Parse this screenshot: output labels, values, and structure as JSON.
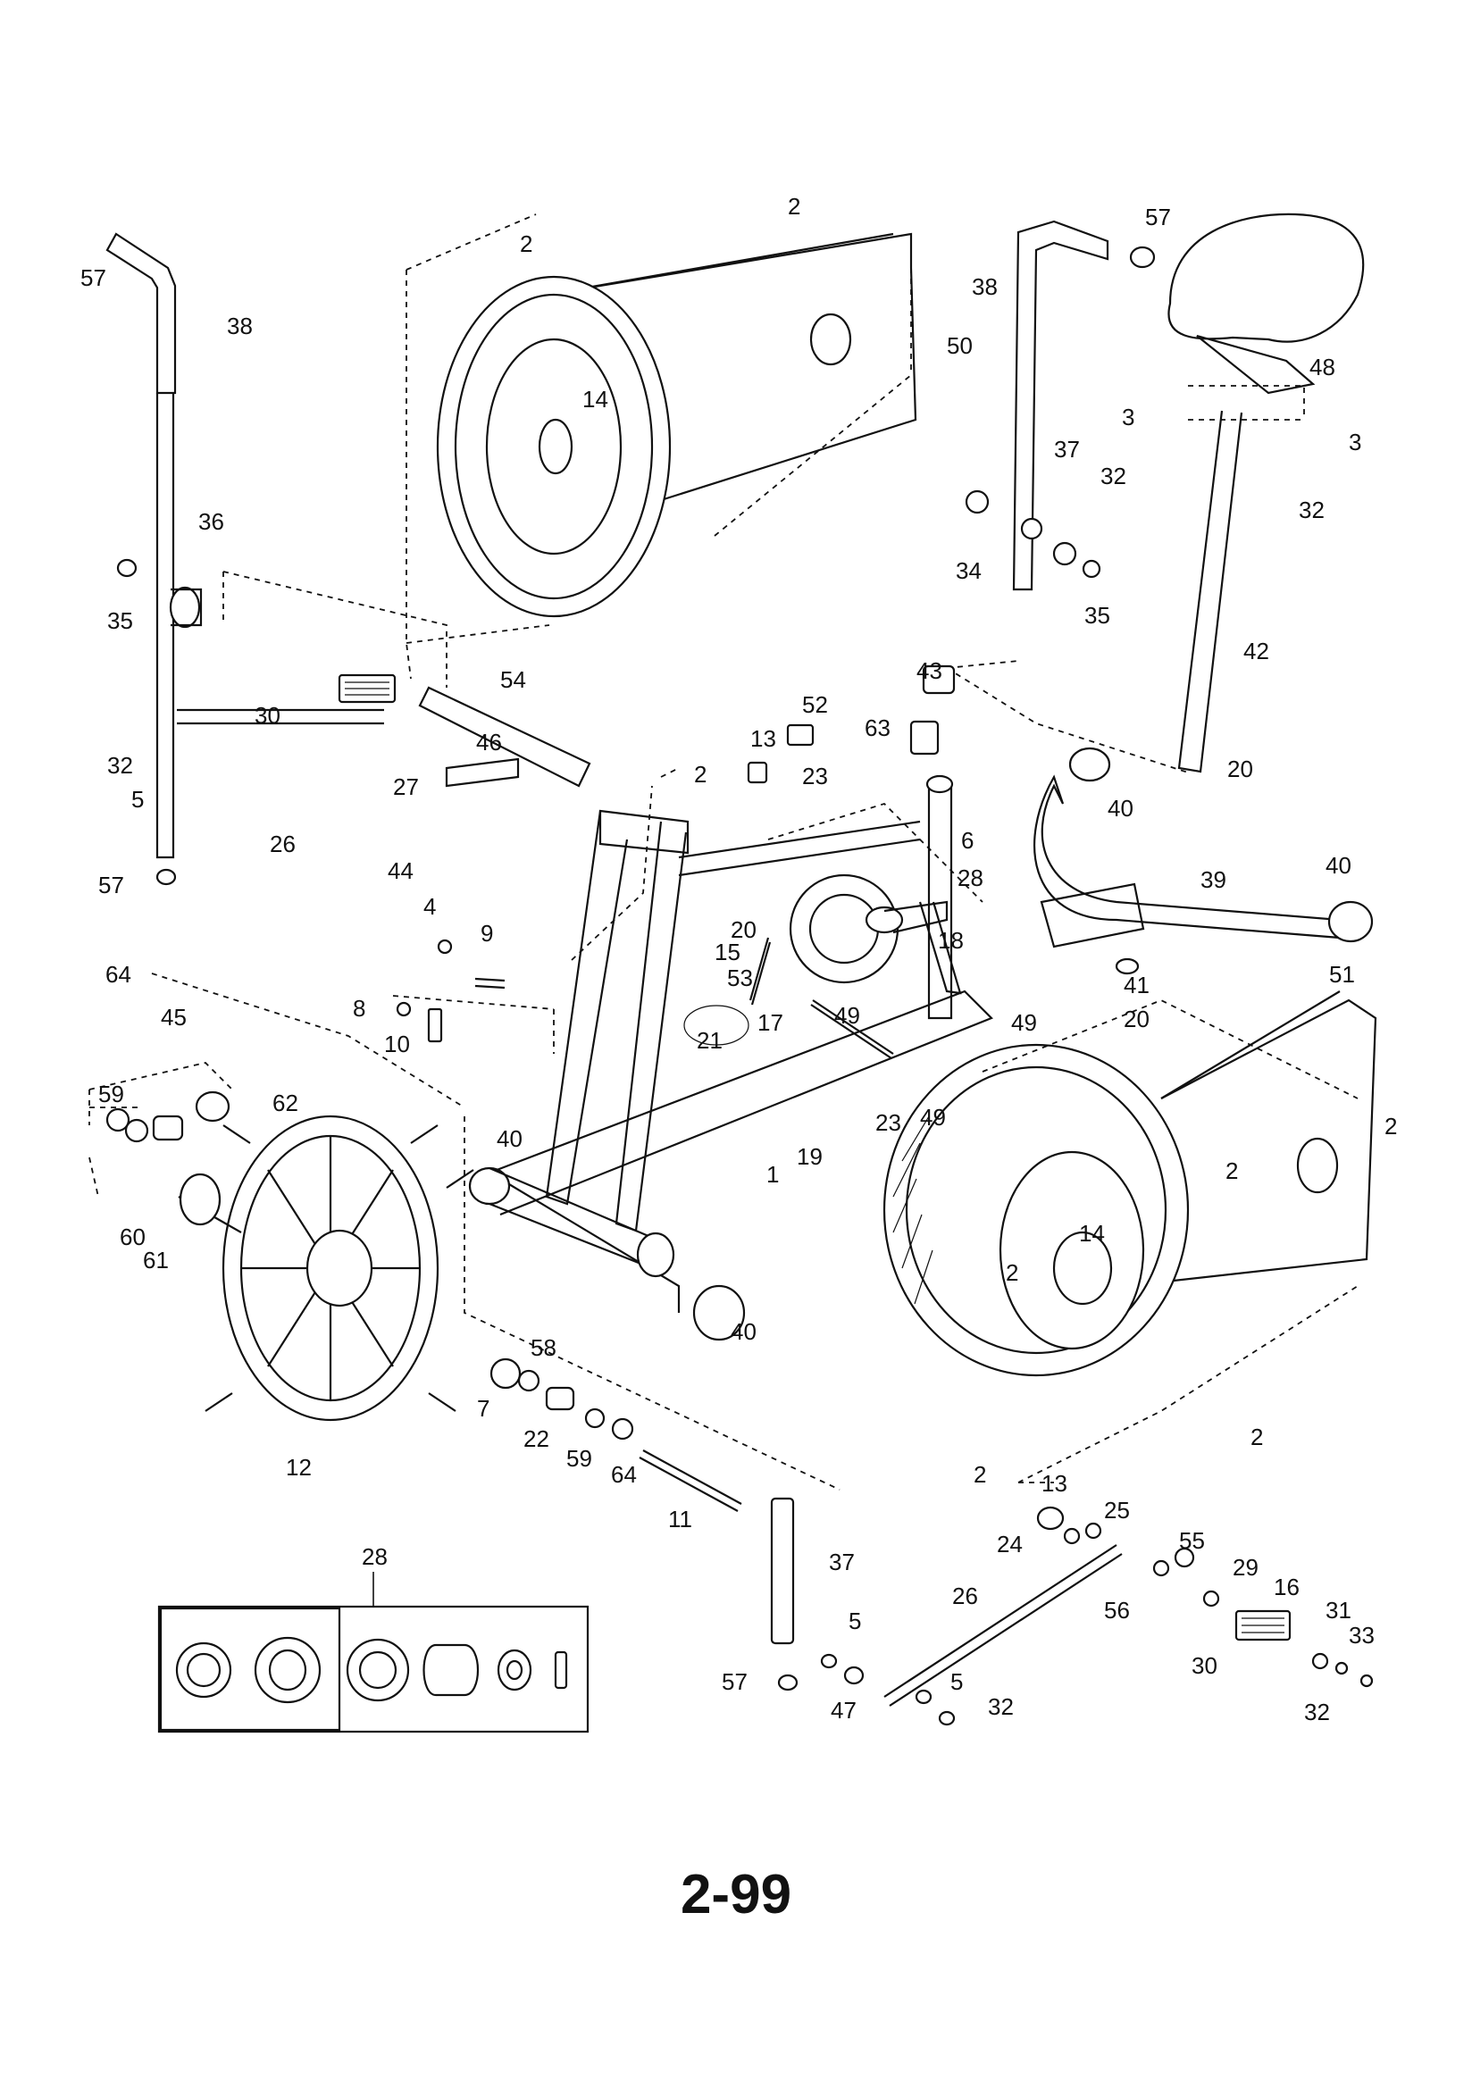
{
  "title": "",
  "page_number": "2-99",
  "callouts": [
    {
      "id": "c1",
      "text": "57"
    },
    {
      "id": "c2",
      "text": "38"
    },
    {
      "id": "c3",
      "text": "36"
    },
    {
      "id": "c4",
      "text": "35"
    },
    {
      "id": "c5",
      "text": "30"
    },
    {
      "id": "c6",
      "text": "32"
    },
    {
      "id": "c7",
      "text": "5"
    },
    {
      "id": "c8",
      "text": "26"
    },
    {
      "id": "c9",
      "text": "57"
    },
    {
      "id": "c10",
      "text": "2"
    },
    {
      "id": "c11",
      "text": "14"
    },
    {
      "id": "c12",
      "text": "2"
    },
    {
      "id": "c13",
      "text": "50"
    },
    {
      "id": "c14",
      "text": "38"
    },
    {
      "id": "c15",
      "text": "57"
    },
    {
      "id": "c16",
      "text": "48"
    },
    {
      "id": "c17",
      "text": "37"
    },
    {
      "id": "c18",
      "text": "3"
    },
    {
      "id": "c19",
      "text": "3"
    },
    {
      "id": "c20",
      "text": "32"
    },
    {
      "id": "c21",
      "text": "32"
    },
    {
      "id": "c22",
      "text": "34"
    },
    {
      "id": "c23",
      "text": "35"
    },
    {
      "id": "c24",
      "text": "42"
    },
    {
      "id": "c25",
      "text": "54"
    },
    {
      "id": "c26",
      "text": "46"
    },
    {
      "id": "c27",
      "text": "27"
    },
    {
      "id": "c28",
      "text": "44"
    },
    {
      "id": "c29",
      "text": "2"
    },
    {
      "id": "c30",
      "text": "13"
    },
    {
      "id": "c31",
      "text": "52"
    },
    {
      "id": "c32",
      "text": "43"
    },
    {
      "id": "c33",
      "text": "63"
    },
    {
      "id": "c34",
      "text": "20"
    },
    {
      "id": "c35",
      "text": "23"
    },
    {
      "id": "c36",
      "text": "40"
    },
    {
      "id": "c37",
      "text": "6"
    },
    {
      "id": "c38",
      "text": "28"
    },
    {
      "id": "c39",
      "text": "20"
    },
    {
      "id": "c40",
      "text": "15"
    },
    {
      "id": "c41",
      "text": "53"
    },
    {
      "id": "c42",
      "text": "18"
    },
    {
      "id": "c43",
      "text": "39"
    },
    {
      "id": "c44",
      "text": "40"
    },
    {
      "id": "c45",
      "text": "4"
    },
    {
      "id": "c46",
      "text": "9"
    },
    {
      "id": "c47",
      "text": "8"
    },
    {
      "id": "c48",
      "text": "10"
    },
    {
      "id": "c49",
      "text": "17"
    },
    {
      "id": "c50",
      "text": "49"
    },
    {
      "id": "c51",
      "text": "41"
    },
    {
      "id": "c52",
      "text": "20"
    },
    {
      "id": "c53",
      "text": "64"
    },
    {
      "id": "c54",
      "text": "45"
    },
    {
      "id": "c55",
      "text": "59"
    },
    {
      "id": "c56",
      "text": "62"
    },
    {
      "id": "c57",
      "text": "21"
    },
    {
      "id": "c58",
      "text": "49"
    },
    {
      "id": "c59",
      "text": "51"
    },
    {
      "id": "c60",
      "text": "19"
    },
    {
      "id": "c61",
      "text": "23"
    },
    {
      "id": "c62",
      "text": "49"
    },
    {
      "id": "c63",
      "text": "2"
    },
    {
      "id": "c64",
      "text": "40"
    },
    {
      "id": "c65",
      "text": "1"
    },
    {
      "id": "c66",
      "text": "60"
    },
    {
      "id": "c67",
      "text": "61"
    },
    {
      "id": "c68",
      "text": "2"
    },
    {
      "id": "c69",
      "text": "14"
    },
    {
      "id": "c70",
      "text": "2"
    },
    {
      "id": "c71",
      "text": "40"
    },
    {
      "id": "c72",
      "text": "58"
    },
    {
      "id": "c73",
      "text": "7"
    },
    {
      "id": "c74",
      "text": "22"
    },
    {
      "id": "c75",
      "text": "59"
    },
    {
      "id": "c76",
      "text": "64"
    },
    {
      "id": "c77",
      "text": "11"
    },
    {
      "id": "c78",
      "text": "12"
    },
    {
      "id": "c79",
      "text": "2"
    },
    {
      "id": "c80",
      "text": "2"
    },
    {
      "id": "c81",
      "text": "13"
    },
    {
      "id": "c82",
      "text": "25"
    },
    {
      "id": "c83",
      "text": "24"
    },
    {
      "id": "c84",
      "text": "28"
    },
    {
      "id": "c85",
      "text": "37"
    },
    {
      "id": "c86",
      "text": "26"
    },
    {
      "id": "c87",
      "text": "55"
    },
    {
      "id": "c88",
      "text": "29"
    },
    {
      "id": "c89",
      "text": "16"
    },
    {
      "id": "c90",
      "text": "56"
    },
    {
      "id": "c91",
      "text": "31"
    },
    {
      "id": "c92",
      "text": "33"
    },
    {
      "id": "c93",
      "text": "5"
    },
    {
      "id": "c94",
      "text": "30"
    },
    {
      "id": "c95",
      "text": "57"
    },
    {
      "id": "c96",
      "text": "5"
    },
    {
      "id": "c97",
      "text": "47"
    },
    {
      "id": "c98",
      "text": "32"
    },
    {
      "id": "c99",
      "text": "32"
    }
  ]
}
